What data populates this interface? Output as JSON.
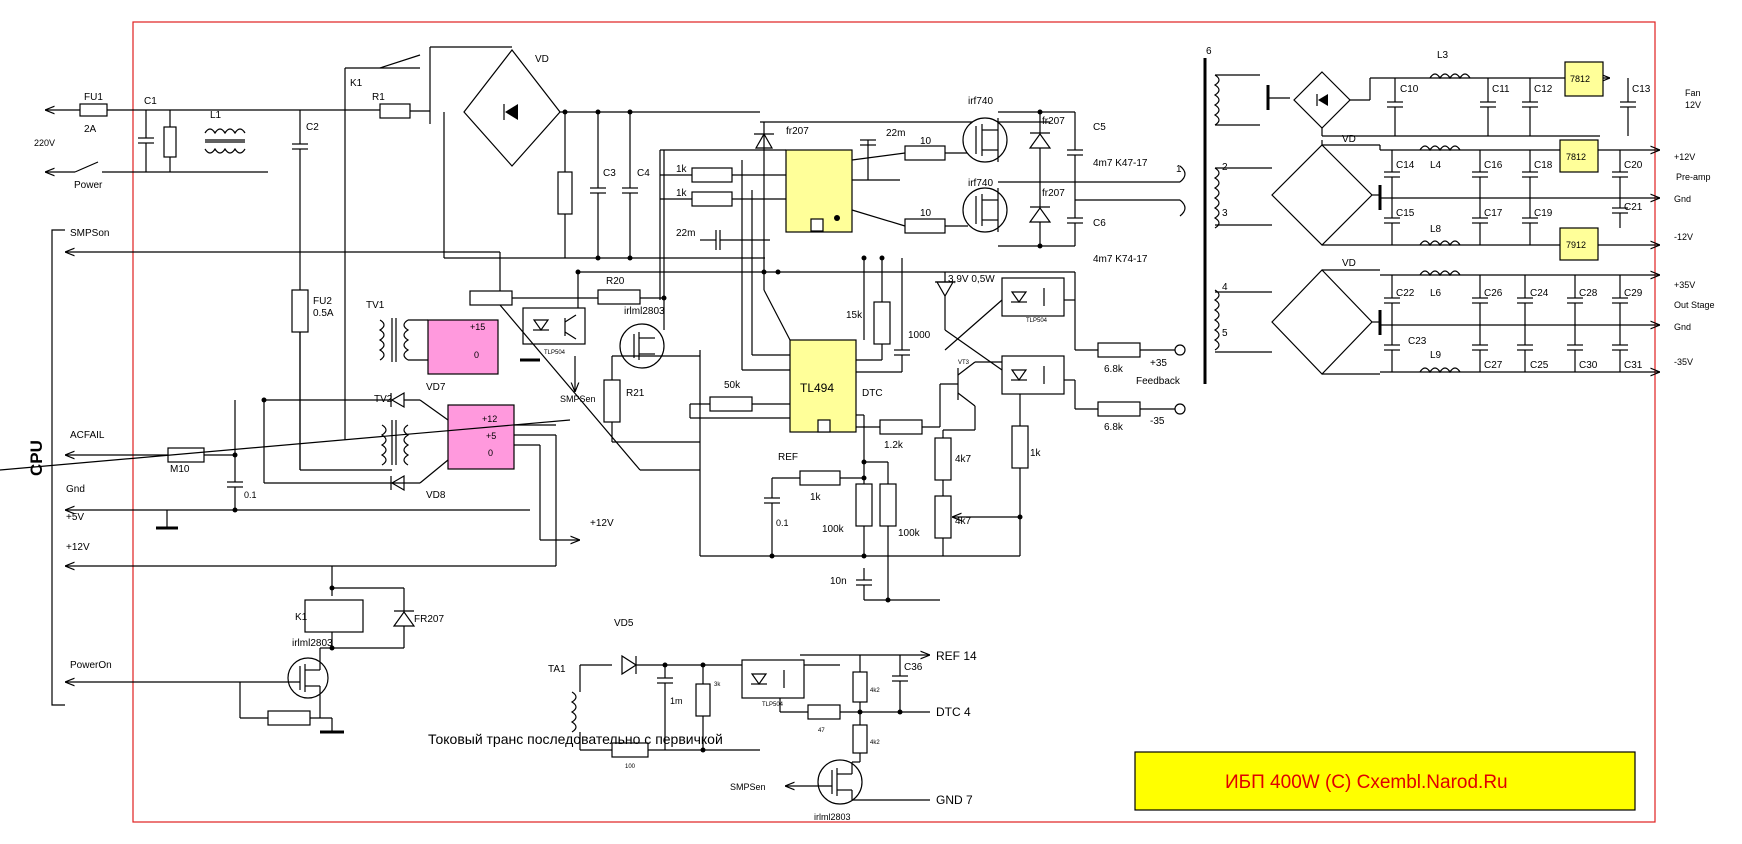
{
  "colors": {
    "frame": "#e02020",
    "ic_yellow": "#ffff99",
    "ic_pink": "#ff99dd",
    "banner_bg": "#ffff00",
    "banner_text": "#e00000"
  },
  "banner": {
    "text": "ИБП 400W  (C)  Cxembl.Narod.Ru"
  },
  "note": {
    "text": "Токовый транс последовательно с первичкой"
  },
  "bus": {
    "cpu_label": "CPU"
  },
  "input": {
    "fuse": "FU1",
    "fuse_rating": "2A",
    "mains": "220V",
    "power": "Power",
    "c1": "C1",
    "l1": "L1",
    "c2": "C2",
    "k1": "K1",
    "r1": "R1",
    "vd": "VD",
    "c3": "C3",
    "c4": "C4"
  },
  "standby": {
    "smps_on": "SMPSon",
    "fu2": "FU2",
    "fu2_rating": "0.5A",
    "tv1": "TV1",
    "tv2": "TV2",
    "vd7": "VD7",
    "vd8": "VD8",
    "ic1_p15": "+15",
    "ic1_0": "0",
    "ic2_p12": "+12",
    "ic2_p5": "+5",
    "ic2_0": "0",
    "acfail": "ACFAIL",
    "m10": "M10",
    "c_01": "0.1",
    "gnd": "Gnd",
    "p5v": "+5V",
    "p12v": "+12V",
    "p12v_out": "+12V"
  },
  "relay": {
    "k1": "K1",
    "fr207": "FR207",
    "mosfet": "irlml2803",
    "power_on": "PowerOn"
  },
  "driver": {
    "fr207": "fr207",
    "c22m": "22m",
    "r1k_a": "1k",
    "r1k_b": "1k",
    "c22m_b": "22m",
    "r10_a": "10",
    "r10_b": "10",
    "q_top": "irf740",
    "q_bot": "irf740",
    "d_top": "fr207",
    "d_bot": "fr207",
    "c5": "C5",
    "c6": "C6",
    "c5_val": "4m7 K47-17",
    "c6_val": "4m7 K74-17",
    "tx_pin": "1"
  },
  "control": {
    "r20": "R20",
    "opto1": "TLP504",
    "mosfet": "irlml2803",
    "smpsen": "SMPSen",
    "r21": "R21",
    "r15k": "15k",
    "c1000": "1000",
    "tl494": "TL494",
    "dtc": "DTC",
    "r50k": "50k",
    "r1_2k": "1.2k",
    "ref": "REF",
    "r1k": "1k",
    "c01": "0.1",
    "r100k_a": "100k",
    "r100k_b": "100k",
    "c10n": "10n"
  },
  "feedback": {
    "zener": "3,9V 0,5W",
    "opto_top": "TLP504",
    "vt3": "VT3",
    "r6_8k_a": "6.8k",
    "r6_8k_b": "6.8k",
    "p35": "+35",
    "m35": "-35",
    "feedback": "Feedback",
    "r4k7_a": "4k7",
    "r4k7_b": "4k7",
    "r1k": "1k"
  },
  "current": {
    "ta1": "TA1",
    "vd5": "VD5",
    "c1m": "1m",
    "r3k": "3k",
    "r100": "100",
    "opto": "TLP504",
    "r4k2_a": "4k2",
    "r47": "47",
    "r4k2_b": "4k2",
    "c36": "C36",
    "ref14": "REF 14",
    "dtc4": "DTC 4",
    "gnd7": "GND 7",
    "smpsen": "SMPSen",
    "mosfet": "irlml2803"
  },
  "secondary": {
    "w6": "6",
    "w2": "2",
    "w3": "3",
    "w4": "4",
    "w5": "5",
    "c10": "C10",
    "l3": "L3",
    "c11": "C11",
    "c12": "C12",
    "reg1": "7812",
    "c13": "C13",
    "fan": "Fan",
    "fan_v": "12V",
    "vd_a": "VD",
    "c14": "C14",
    "l4": "L4",
    "c16": "C16",
    "c18": "C18",
    "reg2": "7812",
    "c20": "C20",
    "p12v": "+12V",
    "preamp": "Pre-amp",
    "c15": "C15",
    "c17": "C17",
    "c19": "C19",
    "c21": "C21",
    "gnd_a": "Gnd",
    "l8": "L8",
    "reg3": "7912",
    "m12v": "-12V",
    "vd_b": "VD",
    "c22": "C22",
    "l6": "L6",
    "c26": "C26",
    "c24": "C24",
    "c28": "C28",
    "c29": "C29",
    "p35v": "+35V",
    "out_stage": "Out Stage",
    "c23": "C23",
    "gnd_b": "Gnd",
    "l9": "L9",
    "c27": "C27",
    "c25": "C25",
    "c30": "C30",
    "c31": "C31",
    "m35v": "-35V"
  }
}
